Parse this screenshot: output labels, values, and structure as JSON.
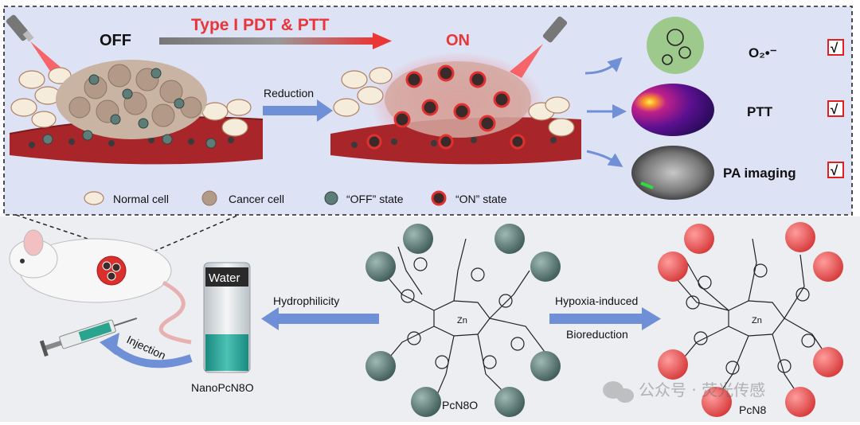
{
  "top_panel": {
    "state_off": "OFF",
    "state_on": "ON",
    "mechanism_title": "Type I PDT & PTT",
    "reduction_label": "Reduction",
    "legend": {
      "normal_cell": "Normal cell",
      "cancer_cell": "Cancer cell",
      "off_state": "“OFF” state",
      "on_state": "“ON” state"
    },
    "outputs": [
      {
        "label": "O₂•⁻",
        "check": "√"
      },
      {
        "label": "PTT",
        "check": "√"
      },
      {
        "label": "PA imaging",
        "check": "√"
      }
    ]
  },
  "bottom_panel": {
    "vial_label": "Water",
    "nano_label": "NanoPcN8O",
    "hydrophilicity_label": "Hydrophilicity",
    "injection_label": "Injection",
    "pcn8o_label": "PcN8O",
    "hypoxia_label": "Hypoxia-induced",
    "bioreduction_label": "Bioreduction",
    "pcn8_label": "PcN8",
    "center_metal": "Zn",
    "watermark": "公众号 · 荧光传感"
  },
  "colors": {
    "top_bg": "#dde3f5",
    "bottom_bg": "#eceef2",
    "arrow_blue": "#6f90d6",
    "title_red": "#e8363a",
    "vessel_red": "#a8262a",
    "off_particle": "#5f7d78",
    "on_particle": "#d9302c",
    "pcn8o_ball": "#4f6d69",
    "pcn8_ball": "#e45a5a"
  }
}
